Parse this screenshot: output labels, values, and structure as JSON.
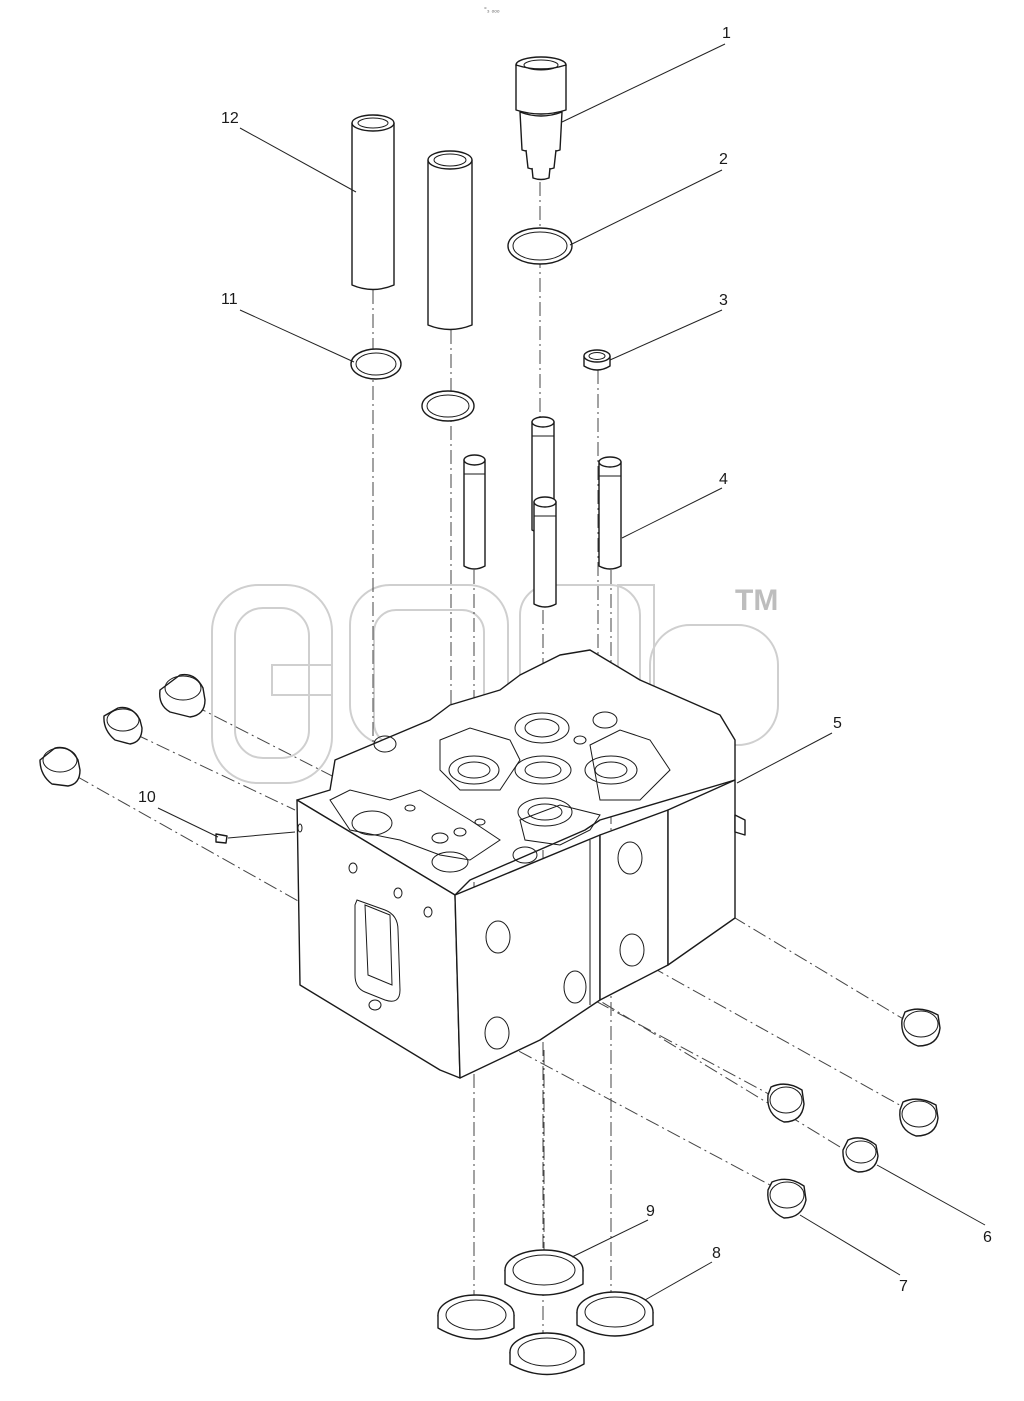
{
  "header_mark": "°₃ ₒₒₒ",
  "watermark": {
    "mark": "TM"
  },
  "callouts": [
    {
      "id": "1",
      "label": "1"
    },
    {
      "id": "2",
      "label": "2"
    },
    {
      "id": "3",
      "label": "3"
    },
    {
      "id": "4",
      "label": "4"
    },
    {
      "id": "5",
      "label": "5"
    },
    {
      "id": "6",
      "label": "6"
    },
    {
      "id": "7",
      "label": "7"
    },
    {
      "id": "8",
      "label": "8"
    },
    {
      "id": "9",
      "label": "9"
    },
    {
      "id": "10",
      "label": "10"
    },
    {
      "id": "11",
      "label": "11"
    },
    {
      "id": "12",
      "label": "12"
    }
  ]
}
